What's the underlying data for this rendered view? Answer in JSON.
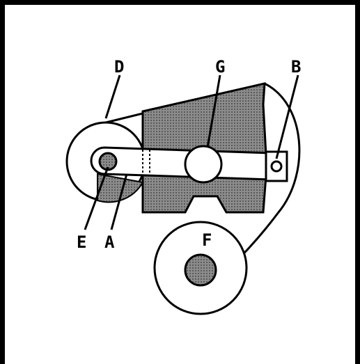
{
  "labels": {
    "A": "A",
    "B": "B",
    "D": "D",
    "E": "E",
    "F": "F",
    "G": "G"
  },
  "colors": {
    "ink": "#000000",
    "paper": "#ffffff",
    "housing": "#7a7a7a",
    "shaded": "#9a9a9a"
  }
}
